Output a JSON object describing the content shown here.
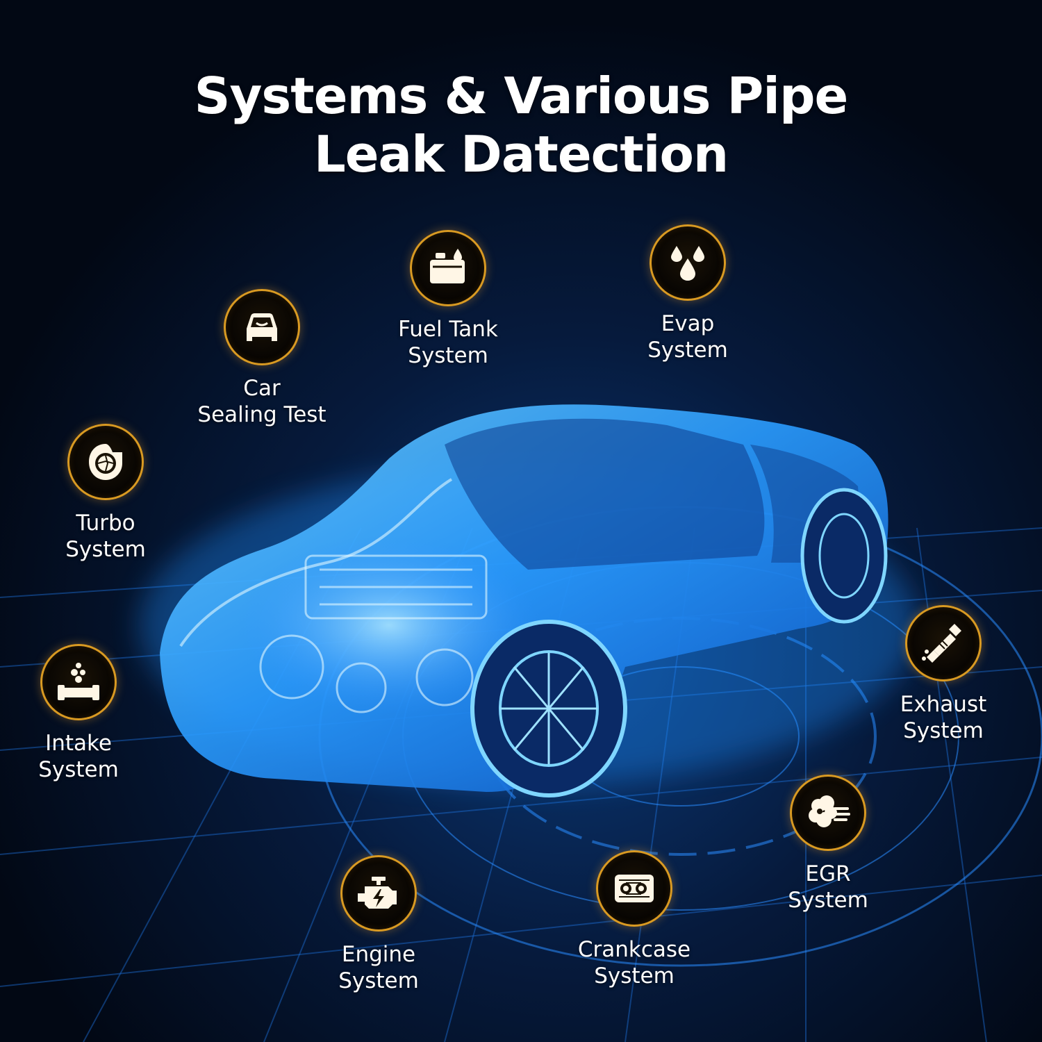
{
  "title": {
    "line1": "Systems & Various Pipe",
    "line2": "Leak Datection"
  },
  "colors": {
    "accent": "#d99a22",
    "icon_fill": "#fff6e6",
    "background": "#020814",
    "car_glow": "#1e8fff"
  },
  "features": [
    {
      "id": "car-sealing",
      "icon": "car-front-icon",
      "label_line1": "Car",
      "label_line2": "Sealing Test"
    },
    {
      "id": "fuel-tank",
      "icon": "fuel-tank-icon",
      "label_line1": "Fuel Tank",
      "label_line2": "System"
    },
    {
      "id": "evap",
      "icon": "water-drops-icon",
      "label_line1": "Evap",
      "label_line2": "System"
    },
    {
      "id": "turbo",
      "icon": "turbo-icon",
      "label_line1": "Turbo",
      "label_line2": "System"
    },
    {
      "id": "intake",
      "icon": "intake-pipe-icon",
      "label_line1": "Intake",
      "label_line2": "System"
    },
    {
      "id": "exhaust",
      "icon": "exhaust-pipe-icon",
      "label_line1": "Exhaust",
      "label_line2": "System"
    },
    {
      "id": "egr",
      "icon": "egr-smoke-icon",
      "label_line1": "EGR",
      "label_line2": "System"
    },
    {
      "id": "crankcase",
      "icon": "crankcase-icon",
      "label_line1": "Crankcase",
      "label_line2": "System"
    },
    {
      "id": "engine",
      "icon": "engine-icon",
      "label_line1": "Engine",
      "label_line2": "System"
    }
  ]
}
